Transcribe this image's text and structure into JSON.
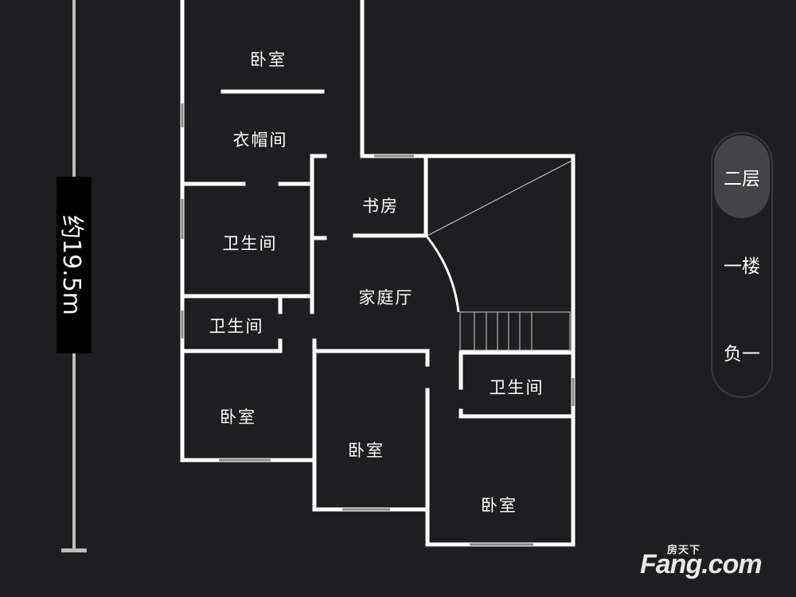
{
  "dimension": {
    "label": "约19.5m"
  },
  "rooms": {
    "bedroom_top": "卧室",
    "cloakroom": "衣帽间",
    "study": "书房",
    "bathroom_left_upper": "卫生间",
    "family_hall": "家庭厅",
    "bathroom_left_lower": "卫生间",
    "bathroom_right": "卫生间",
    "bedroom_left": "卧室",
    "bedroom_middle": "卧室",
    "bedroom_right": "卧室"
  },
  "floors": {
    "selected": "二层",
    "items": [
      "二层",
      "一楼",
      "负一"
    ]
  },
  "watermark": {
    "small": "房天下",
    "big": "Fang.com"
  },
  "colors": {
    "background": "#1e1e20",
    "walls": "#ffffff",
    "ruler": "#bdbdbd",
    "active_floor": "#444446"
  }
}
